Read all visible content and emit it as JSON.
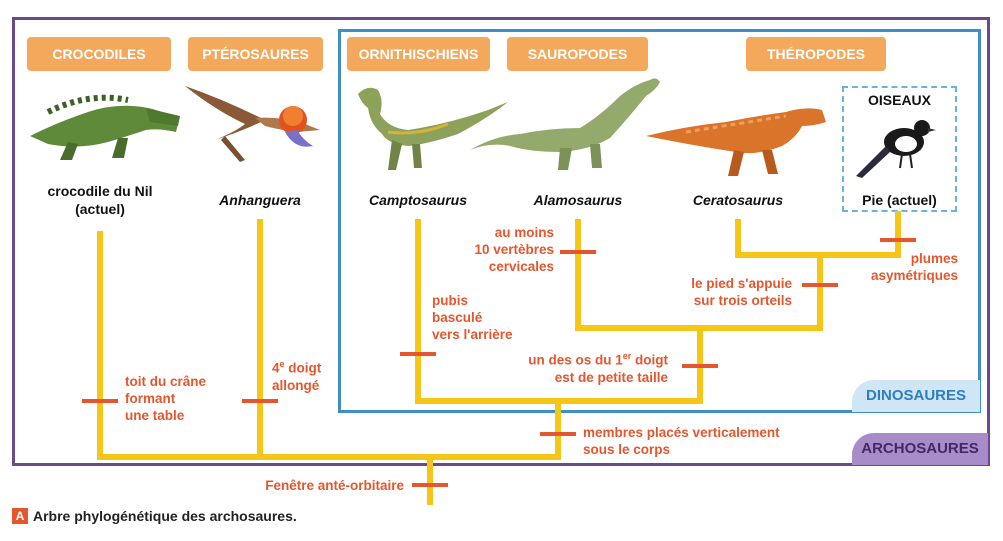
{
  "clades": {
    "archosaures": "ARCHOSAURES",
    "dinosaures": "DINOSAURES",
    "oiseaux": "OISEAUX"
  },
  "groups": {
    "crocodiles": "CROCODILES",
    "pterosaures": "PTÉROSAURES",
    "ornithischiens": "ORNITHISCHIENS",
    "sauropodes": "SAUROPODES",
    "theropodes": "THÉROPODES"
  },
  "species": {
    "crocodile_line1": "crocodile du Nil",
    "crocodile_line2": "(actuel)",
    "anhanguera": "Anhanguera",
    "camptosaurus": "Camptosaurus",
    "alamosaurus": "Alamosaurus",
    "ceratosaurus": "Ceratosaurus",
    "pie": "Pie (actuel)"
  },
  "traits": {
    "crane_1": "toit du crâne",
    "crane_2": "formant",
    "crane_3": "une table",
    "doigt4_1": "4",
    "doigt4_sup": "e",
    "doigt4_2": " doigt",
    "doigt4_3": "allongé",
    "pubis_1": "pubis",
    "pubis_2": "basculé",
    "pubis_3": "vers l'arrière",
    "vertebres_1": "au moins",
    "vertebres_2": "10 vertèbres",
    "vertebres_3": "cervicales",
    "os1_1": "un des os du 1",
    "os1_sup": "er",
    "os1_2": " doigt",
    "os1_3": "est de petite taille",
    "pied_1": "le pied s'appuie",
    "pied_2": "sur trois orteils",
    "plumes_1": "plumes",
    "plumes_2": "asymétriques",
    "membres_1": "membres placés verticalement",
    "membres_2": "sous le corps",
    "fenetre": "Fenêtre anté-orbitaire"
  },
  "caption": {
    "badge": "A",
    "text": "Arbre phylogénétique des archosaures."
  },
  "colors": {
    "branch": "#f5c518",
    "marker": "#e4572e",
    "trait_text": "#e4572e",
    "pill": "#f3a85c",
    "archosaures": "#6a4a8c",
    "dinosaures": "#3f8fc6"
  },
  "icons": [
    "crocodile-icon",
    "pterosaur-icon",
    "camptosaurus-icon",
    "sauropod-icon",
    "ceratosaurus-icon",
    "magpie-icon"
  ]
}
